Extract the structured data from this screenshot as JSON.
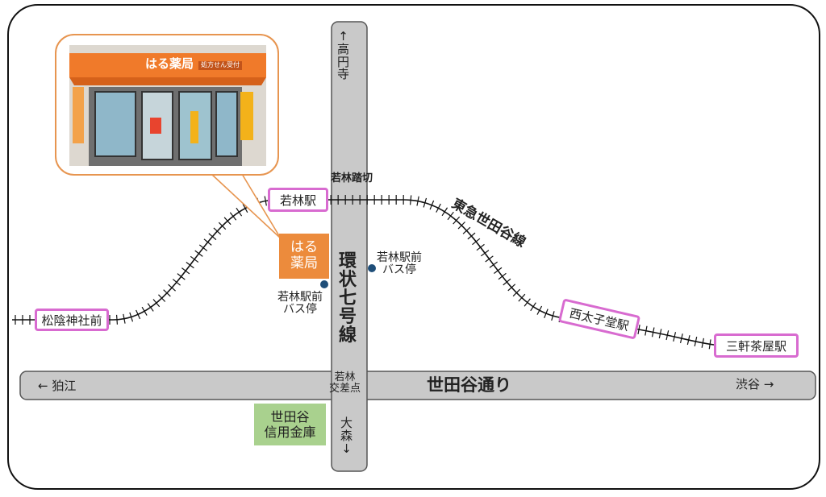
{
  "roads": {
    "kanjo7": {
      "label_chars": [
        "環",
        "状",
        "七",
        "号",
        "線"
      ]
    },
    "setagaya_dori": {
      "label": "世田谷通り"
    },
    "north_dir": {
      "chars": [
        "↑",
        "高",
        "円",
        "寺"
      ]
    },
    "south_dir": {
      "chars": [
        "大",
        "森",
        "↓"
      ]
    },
    "west_dir": "← 狛江",
    "east_dir": "渋谷 →"
  },
  "intersection": {
    "label_lines": [
      "若林",
      "交差点"
    ]
  },
  "railway": {
    "name": "東急世田谷線",
    "crossing": "若林踏切",
    "stations": [
      "松陰神社前",
      "若林駅",
      "西太子堂駅",
      "三軒茶屋駅"
    ]
  },
  "bus_stops": [
    {
      "lines": [
        "若林駅前",
        "バス停"
      ]
    },
    {
      "lines": [
        "若林駅前",
        "バス停"
      ]
    }
  ],
  "pharmacy": {
    "lines": [
      "はる",
      "薬局"
    ],
    "sign": "はる薬局",
    "sign_sub": "処方せん受付"
  },
  "bank": {
    "lines": [
      "世田谷",
      "信用金庫"
    ]
  },
  "colors": {
    "road": "#c9c9c9",
    "road_border": "#555555",
    "station_border": "#d86bd0",
    "pharmacy": "#ec8b3c",
    "bank": "#a9d18e",
    "bus_stop": "#1f4e79",
    "callout_border": "#e79550"
  }
}
